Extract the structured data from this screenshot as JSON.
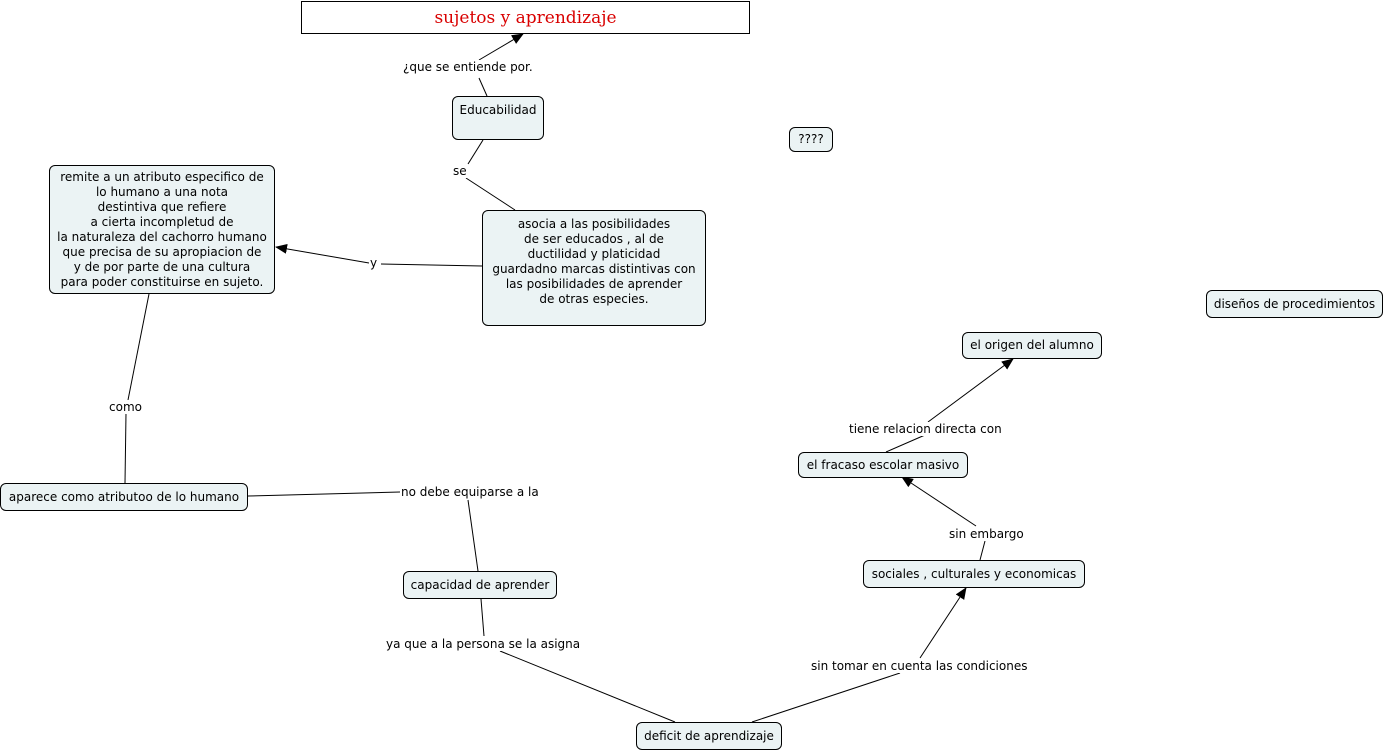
{
  "title": {
    "text": "sujetos y aprendizaje",
    "color": "#d90000"
  },
  "node_fill": "#ebf3f4",
  "nodes": {
    "educabilidad": "Educabilidad",
    "unknown": "????",
    "remite": "remite a un atributo especifico de\nlo humano a una nota\ndestintiva que refiere\na cierta incompletud de\nla naturaleza del cachorro humano\nque precisa de su apropiacion de\ny de por parte de una cultura\npara poder constituirse en sujeto.",
    "asocia": "asocia a las posibilidades\nde ser educados , al de\nductilidad y platicidad\nguardadno marcas distintivas con\nlas posibilidades de aprender\nde otras especies.",
    "disenos": "diseños de procedimientos",
    "origen": "el origen del alumno",
    "fracaso": "el fracaso escolar masivo",
    "aparece": "aparece como atributoo de lo humano",
    "sociales": "sociales , culturales y economicas",
    "capacidad": "capacidad de aprender",
    "deficit": "deficit de aprendizaje"
  },
  "link_labels": {
    "que_se_entiende": "¿que se entiende por.",
    "se": "se",
    "y": "y",
    "como": "como",
    "tiene_relacion": "tiene relacion directa con",
    "no_debe": "no debe equiparse a la",
    "sin_embargo": "sin embargo",
    "ya_que": "ya que a la persona se la asigna",
    "sin_tomar": "sin tomar en cuenta las condiciones"
  }
}
